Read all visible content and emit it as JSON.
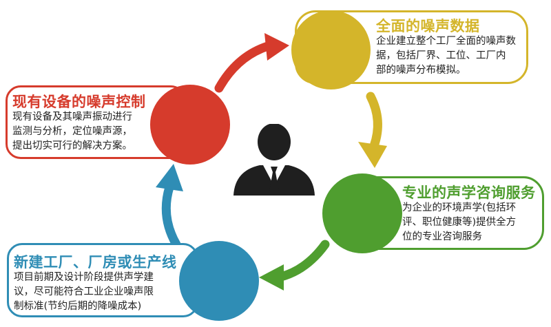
{
  "colors": {
    "yellow": "#d4b52a",
    "red": "#d63b2c",
    "green": "#4f9e2f",
    "blue": "#2f8db5",
    "dark": "#1f1f1f"
  },
  "nodes": {
    "top": {
      "title": "全面的噪声数据",
      "lines": [
        "企业建立整个工厂全面的噪声数",
        "据，包括厂界、工位、工厂内",
        "部的噪声分布模拟。"
      ]
    },
    "left": {
      "title": "现有设备的噪声控制",
      "lines": [
        "现有设备及其噪声振动进行",
        "监测与分析，定位噪声源，",
        "提出切实可行的解决方案。"
      ]
    },
    "right": {
      "title": "专业的声学咨询服务",
      "lines": [
        "为企业的环境声学(包括环",
        "评、职位健康等)提供全方",
        "位的专业咨询服务"
      ]
    },
    "bottom": {
      "title": "新建工厂、厂房或生产线",
      "lines": [
        "项目前期及设计阶段提供声学建",
        "议，尽可能符合工业企业噪声限",
        "制标准(节约后期的降噪成本)"
      ]
    }
  },
  "center": {
    "icon": "businessman-icon"
  }
}
